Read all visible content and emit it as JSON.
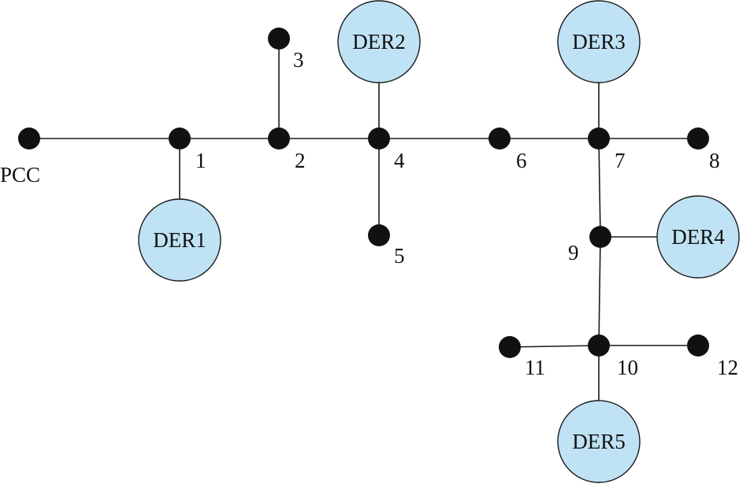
{
  "diagram": {
    "nodes": {
      "pcc": "PCC",
      "n1": "1",
      "n2": "2",
      "n3": "3",
      "n4": "4",
      "n5": "5",
      "n6": "6",
      "n7": "7",
      "n8": "8",
      "n9": "9",
      "n10": "10",
      "n11": "11",
      "n12": "12"
    },
    "ders": {
      "der1": "DER1",
      "der2": "DER2",
      "der3": "DER3",
      "der4": "DER4",
      "der5": "DER5"
    },
    "edges": [
      [
        "pcc",
        "n1"
      ],
      [
        "n1",
        "n2"
      ],
      [
        "n2",
        "n3"
      ],
      [
        "n2",
        "n4"
      ],
      [
        "n4",
        "n5"
      ],
      [
        "n4",
        "n6"
      ],
      [
        "n6",
        "n7"
      ],
      [
        "n7",
        "n8"
      ],
      [
        "n7",
        "n9"
      ],
      [
        "n9",
        "n10"
      ],
      [
        "n10",
        "n11"
      ],
      [
        "n10",
        "n12"
      ],
      [
        "n1",
        "der1"
      ],
      [
        "n4",
        "der2"
      ],
      [
        "n7",
        "der3"
      ],
      [
        "n9",
        "der4"
      ],
      [
        "n10",
        "der5"
      ]
    ],
    "colors": {
      "der_fill": "#bfe3f5",
      "node_fill": "#111111",
      "line": "#1a1a1a"
    }
  }
}
